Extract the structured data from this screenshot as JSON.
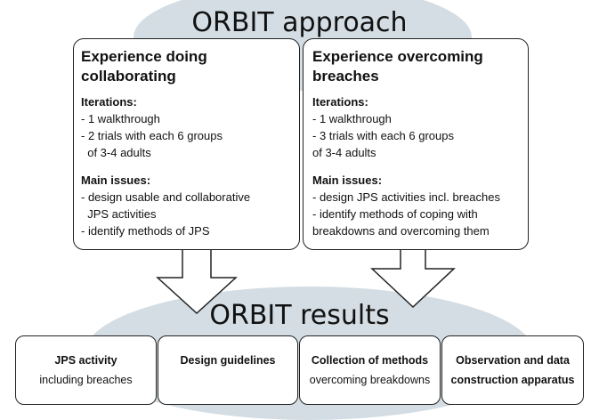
{
  "approach": {
    "title": "ORBIT approach",
    "left": {
      "title_lines": [
        "Experience doing",
        "collaborating"
      ],
      "iterations_label": "Iterations:",
      "iterations": [
        "- 1 walkthrough",
        "- 2 trials with each 6 groups",
        "  of 3-4 adults"
      ],
      "issues_label": "Main issues:",
      "issues": [
        "- design usable and collaborative",
        "  JPS activities",
        "- identify methods of JPS"
      ]
    },
    "right": {
      "title_lines": [
        "Experience overcoming",
        "breaches"
      ],
      "iterations_label": "Iterations:",
      "iterations": [
        "- 1 walkthrough",
        "- 3 trials with each 6 groups",
        "of 3-4 adults"
      ],
      "issues_label": "Main issues:",
      "issues": [
        "- design JPS activities incl. breaches",
        "- identify methods of coping with",
        "breakdowns and overcoming them"
      ]
    }
  },
  "results": {
    "title": "ORBIT results",
    "items": [
      {
        "title": "JPS activity",
        "desc": "including breaches"
      },
      {
        "title": "Design guidelines",
        "desc": ""
      },
      {
        "title": "Collection of methods",
        "desc": "overcoming breakdowns"
      },
      {
        "title": "Observation and data",
        "desc": "construction apparatus"
      }
    ]
  }
}
